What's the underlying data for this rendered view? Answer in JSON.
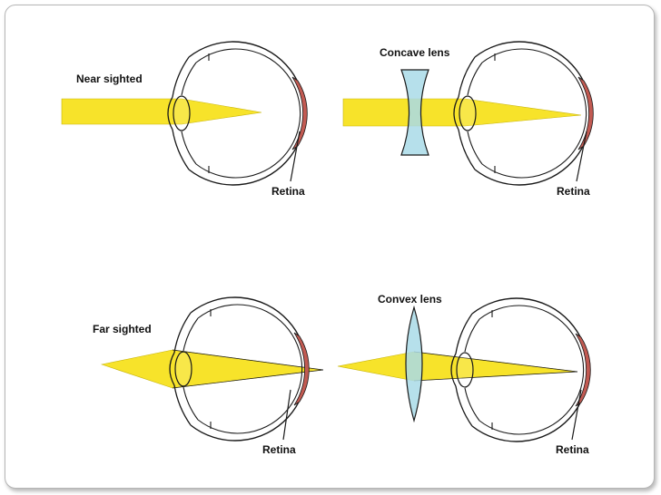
{
  "labels": {
    "near_sighted": "Near sighted",
    "far_sighted": "Far sighted",
    "concave_lens": "Concave lens",
    "convex_lens": "Convex lens",
    "retina": "Retina"
  },
  "colors": {
    "light_beam": "#f7e32a",
    "retina": "#c25a52",
    "lens": "#a9dbe8",
    "outline": "#1a1a1a"
  }
}
